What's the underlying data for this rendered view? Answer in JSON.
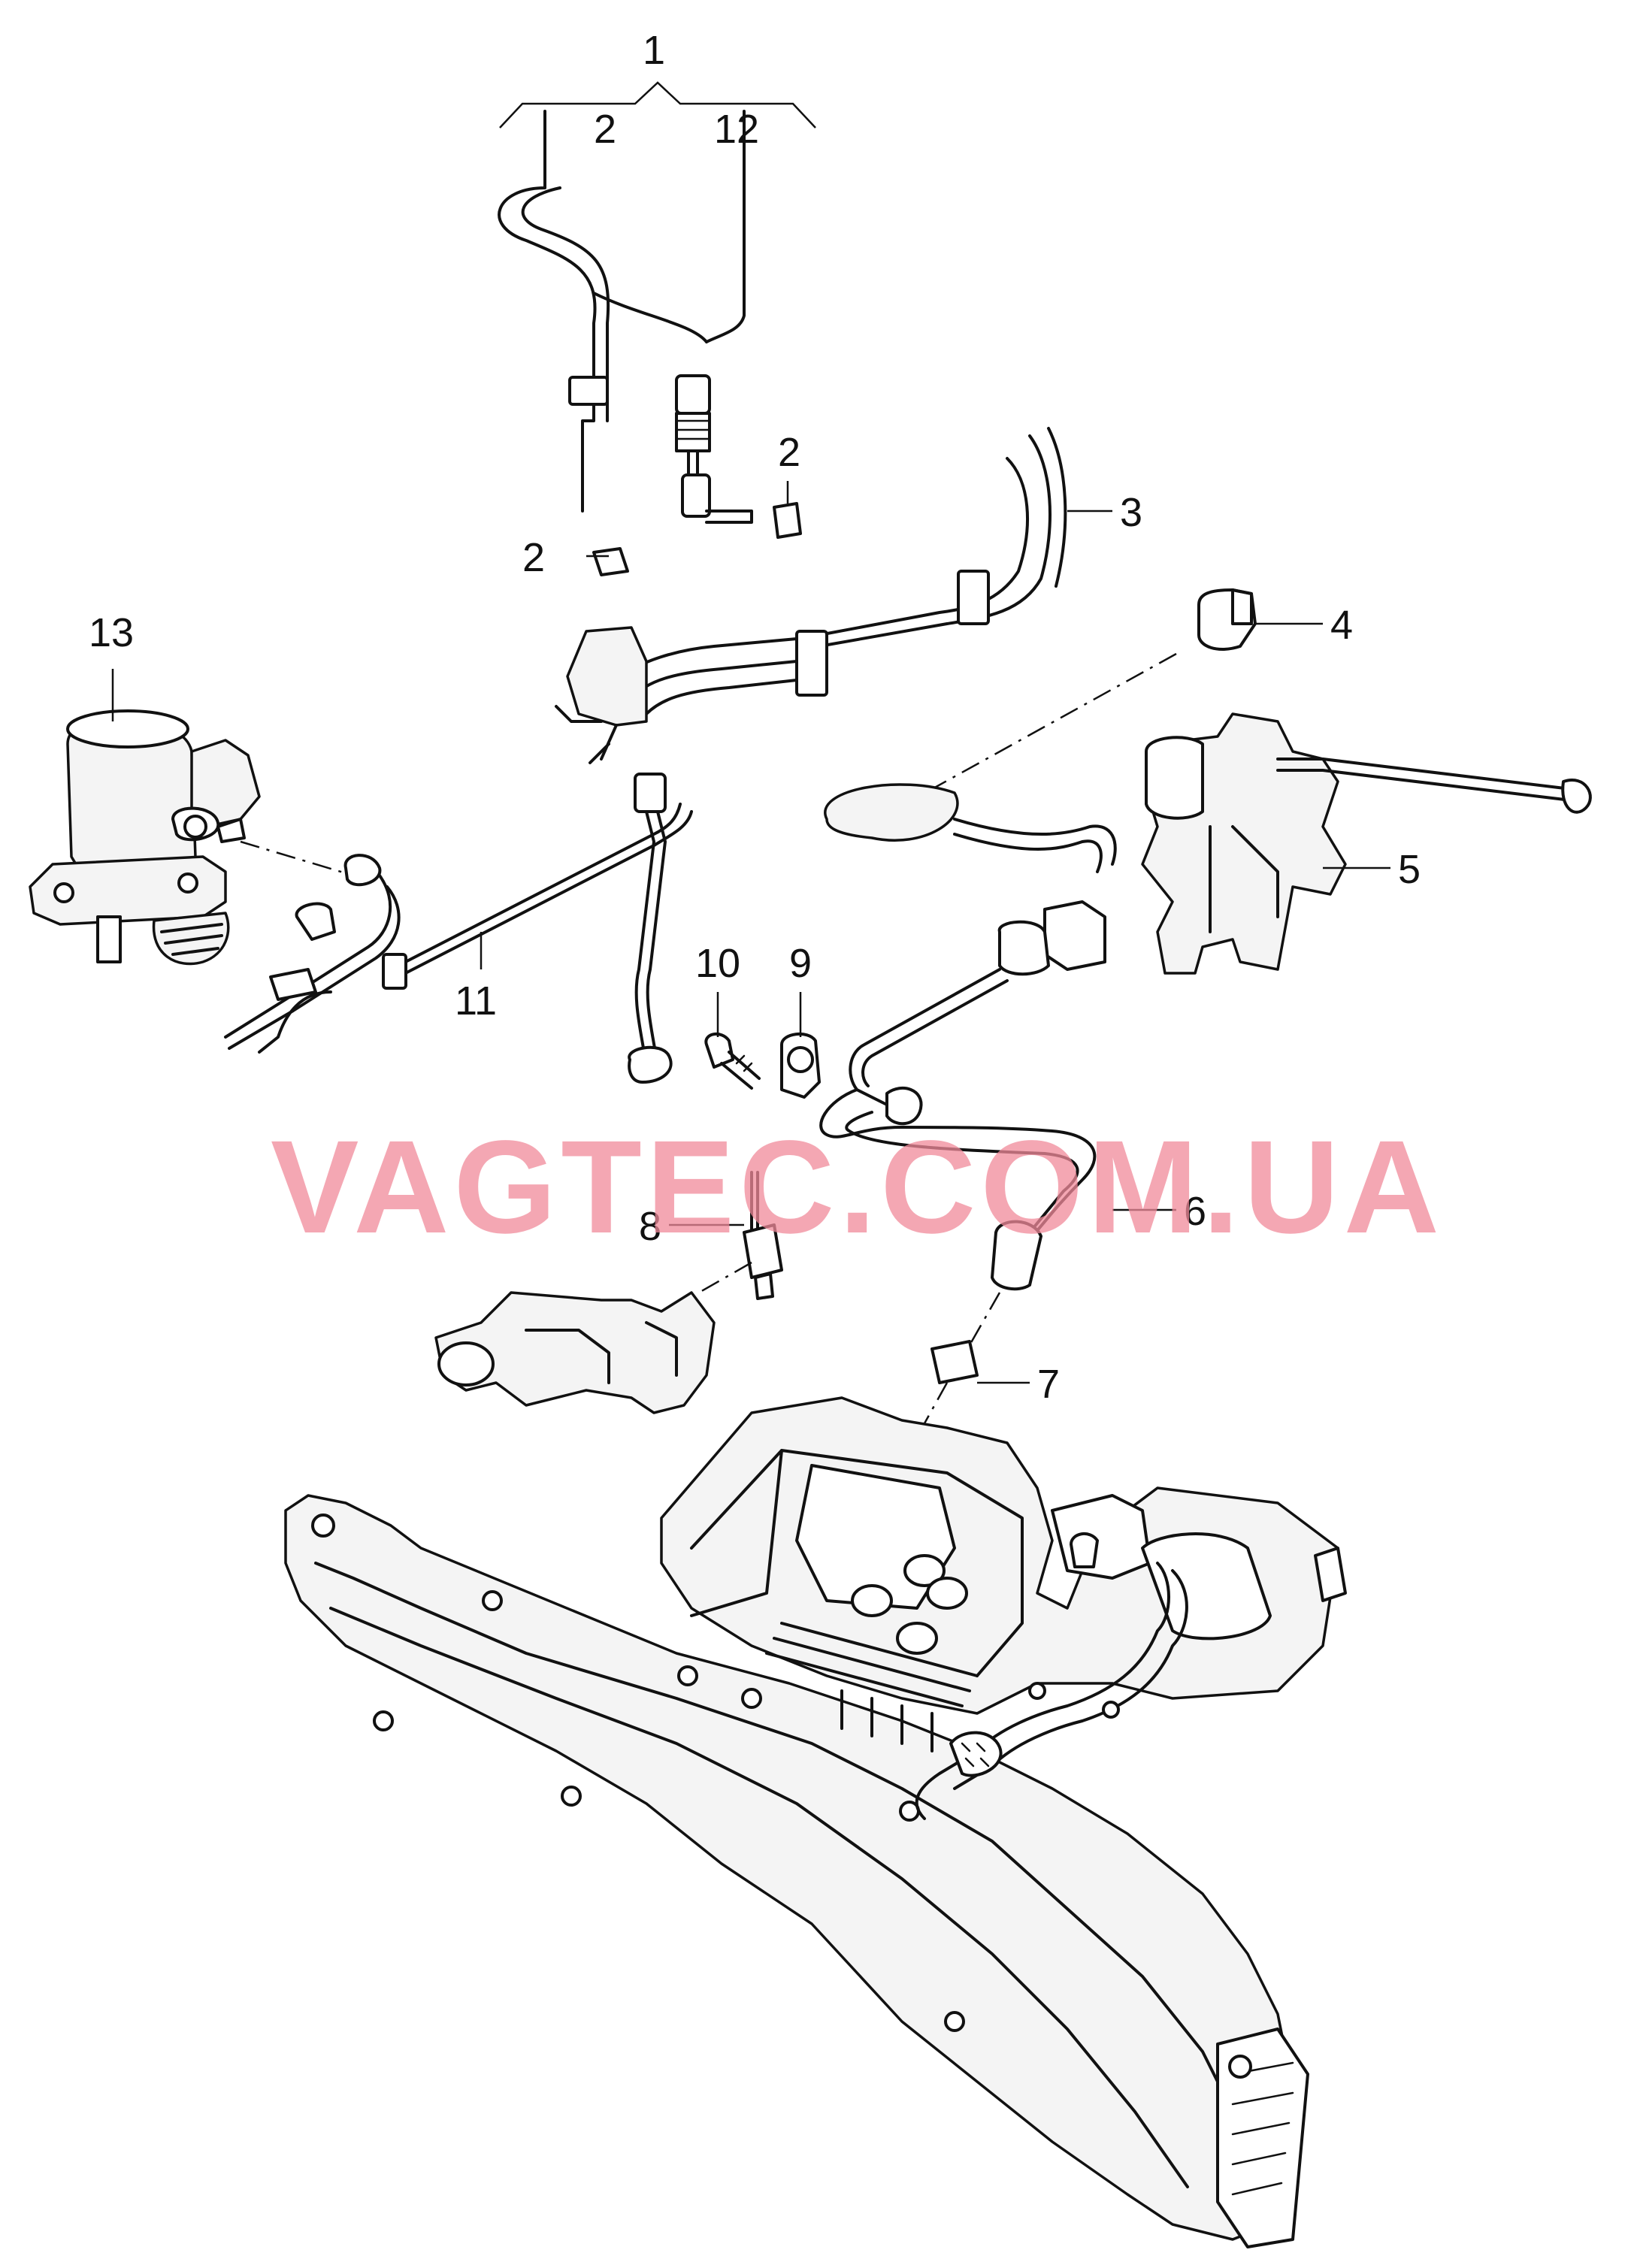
{
  "watermark": "VAGTEC.COM.UA",
  "callouts": {
    "c1": "1",
    "c2a": "2",
    "c12": "12",
    "c2b": "2",
    "c3": "3",
    "c2c": "2",
    "c4": "4",
    "c13": "13",
    "c5": "5",
    "c10": "10",
    "c9": "9",
    "c11": "11",
    "c8": "8",
    "c6": "6",
    "c7": "7"
  },
  "colors": {
    "line": "#111111",
    "watermark": "#f08a9a",
    "background": "#ffffff"
  }
}
